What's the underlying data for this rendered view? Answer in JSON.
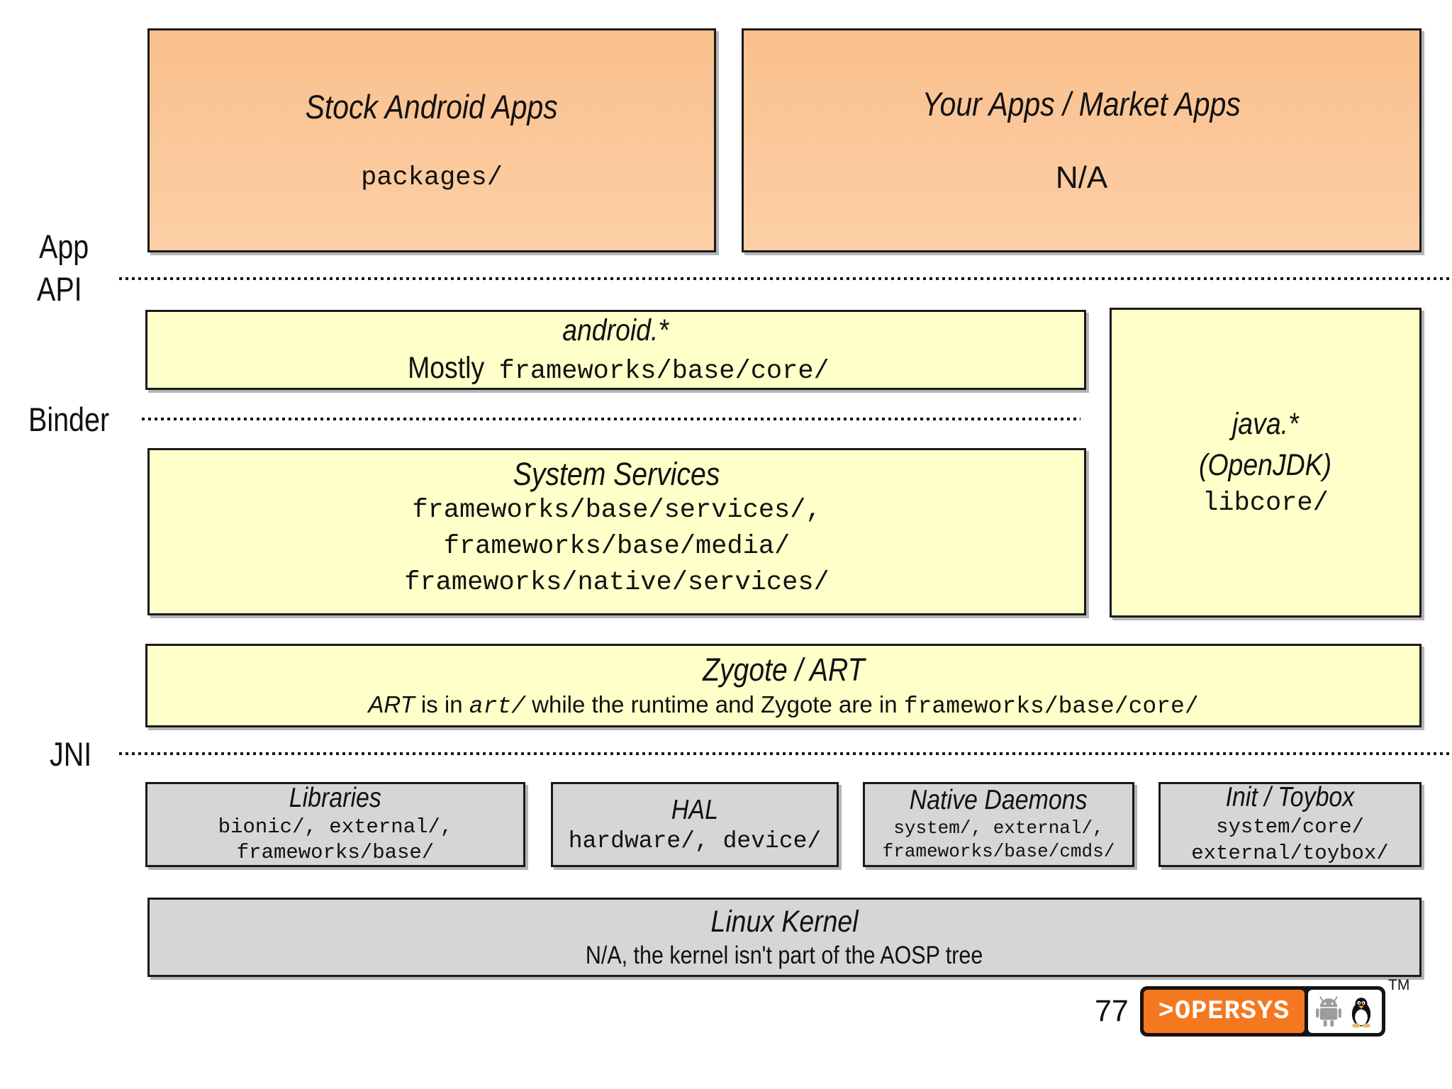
{
  "colors": {
    "layer-app": "#f9c08d",
    "layer-app-light": "#fccfa6",
    "layer-framework": "#ffffc9",
    "layer-native": "#d6d6d6",
    "box-border": "#1a1a1a",
    "logo-orange": "#f4781f",
    "text": "#111111"
  },
  "side_labels": {
    "app": "App",
    "api": "API",
    "binder": "Binder",
    "jni": "JNI"
  },
  "boxes": {
    "stock_apps": {
      "title": "Stock Android Apps",
      "location": "packages/"
    },
    "market_apps": {
      "title": "Your Apps / Market Apps",
      "location": "N/A"
    },
    "android_api": {
      "title": "android.*",
      "location_prefix": "Mostly ",
      "location": "frameworks/base/core/"
    },
    "java_api": {
      "title": "java.*",
      "subtitle": "(OpenJDK)",
      "location": "libcore/"
    },
    "system_services": {
      "title": "System Services",
      "locations": [
        "frameworks/base/services/,",
        "frameworks/base/media/",
        "frameworks/native/services/"
      ]
    },
    "zygote_art": {
      "title": "Zygote / ART",
      "note": {
        "art": "ART",
        "is_in": " is in ",
        "art_path": "art/",
        "middle": " while the runtime and Zygote are in ",
        "path": "frameworks/base/core/"
      }
    },
    "libraries": {
      "title": "Libraries",
      "locations": [
        "bionic/, external/,",
        "frameworks/base/"
      ]
    },
    "hal": {
      "title": "HAL",
      "location": "hardware/, device/"
    },
    "native_daemons": {
      "title": "Native Daemons",
      "locations": [
        "system/, external/,",
        "frameworks/base/cmds/"
      ]
    },
    "init_toybox": {
      "title": "Init / Toybox",
      "locations": [
        "system/core/",
        "external/toybox/"
      ]
    },
    "linux_kernel": {
      "title": "Linux Kernel",
      "subtitle": "N/A, the kernel isn't part of the AOSP tree"
    }
  },
  "footer": {
    "page_number": "77",
    "logo_text": ">OPERSYS",
    "trademark": "TM",
    "icons": [
      "android-robot-icon",
      "tux-penguin-icon"
    ]
  }
}
